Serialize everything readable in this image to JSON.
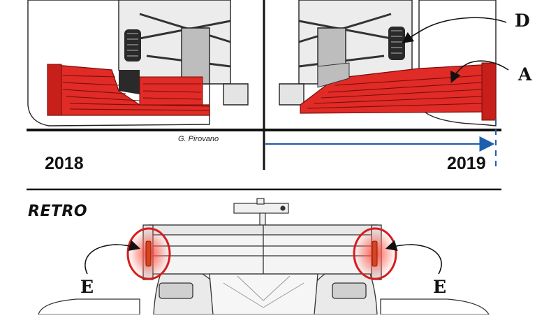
{
  "top_view": {
    "year_left": "2018",
    "year_right": "2019",
    "credit": "G. Pirovano",
    "label_d": "D",
    "label_a": "A"
  },
  "rear_view": {
    "title": "RETRO",
    "label_e_left": "E",
    "label_e_right": "E"
  },
  "colors": {
    "wing_red": "#e02b27",
    "wing_dark": "#a8150f",
    "highlight_ring": "#d81c1c",
    "arrow_blue": "#1f5fae",
    "line_black": "#111111",
    "body_gray": "#d9d9d9"
  },
  "icons": {
    "arrow": "double-headed-dimension-arrow",
    "callout": "curved-pointer-arrow"
  }
}
